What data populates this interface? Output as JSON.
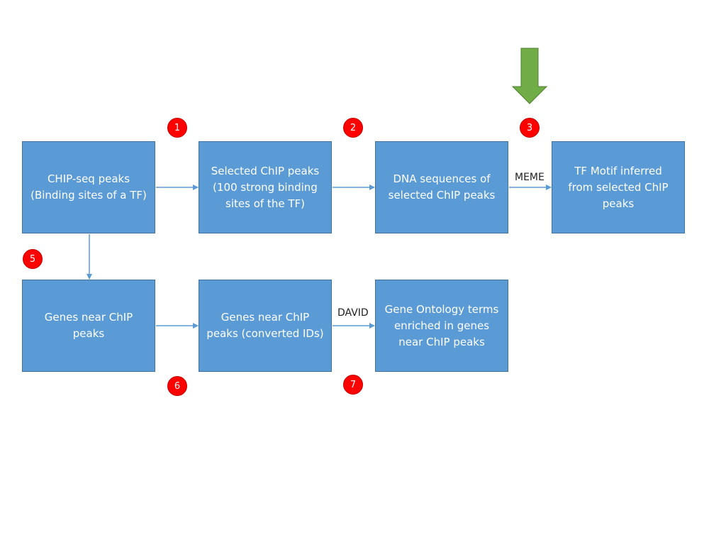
{
  "nodes": {
    "chip_seq_peaks": "CHIP-seq peaks\n(Binding sites of a TF)",
    "selected_chip_peaks": "Selected ChIP peaks\n(100 strong binding\nsites of the TF)",
    "dna_sequences": "DNA sequences of\nselected ChIP peaks",
    "tf_motif": "TF Motif inferred\nfrom selected ChIP\npeaks",
    "genes_near_chip": "Genes near ChIP\npeaks",
    "genes_converted_ids": "Genes near ChIP\npeaks (converted IDs)",
    "go_terms": "Gene Ontology terms\nenriched in genes\nnear ChIP peaks"
  },
  "edge_labels": {
    "meme": "MEME",
    "david": "DAVID"
  },
  "badges": {
    "b1": "1",
    "b2": "2",
    "b3": "3",
    "b5": "5",
    "b6": "6",
    "b7": "7"
  },
  "colors": {
    "box_fill": "#5b9bd5",
    "box_border": "#41719c",
    "arrow": "#5b9bd5",
    "badge": "#ff0000",
    "highlight_arrow": "#70ad47"
  }
}
